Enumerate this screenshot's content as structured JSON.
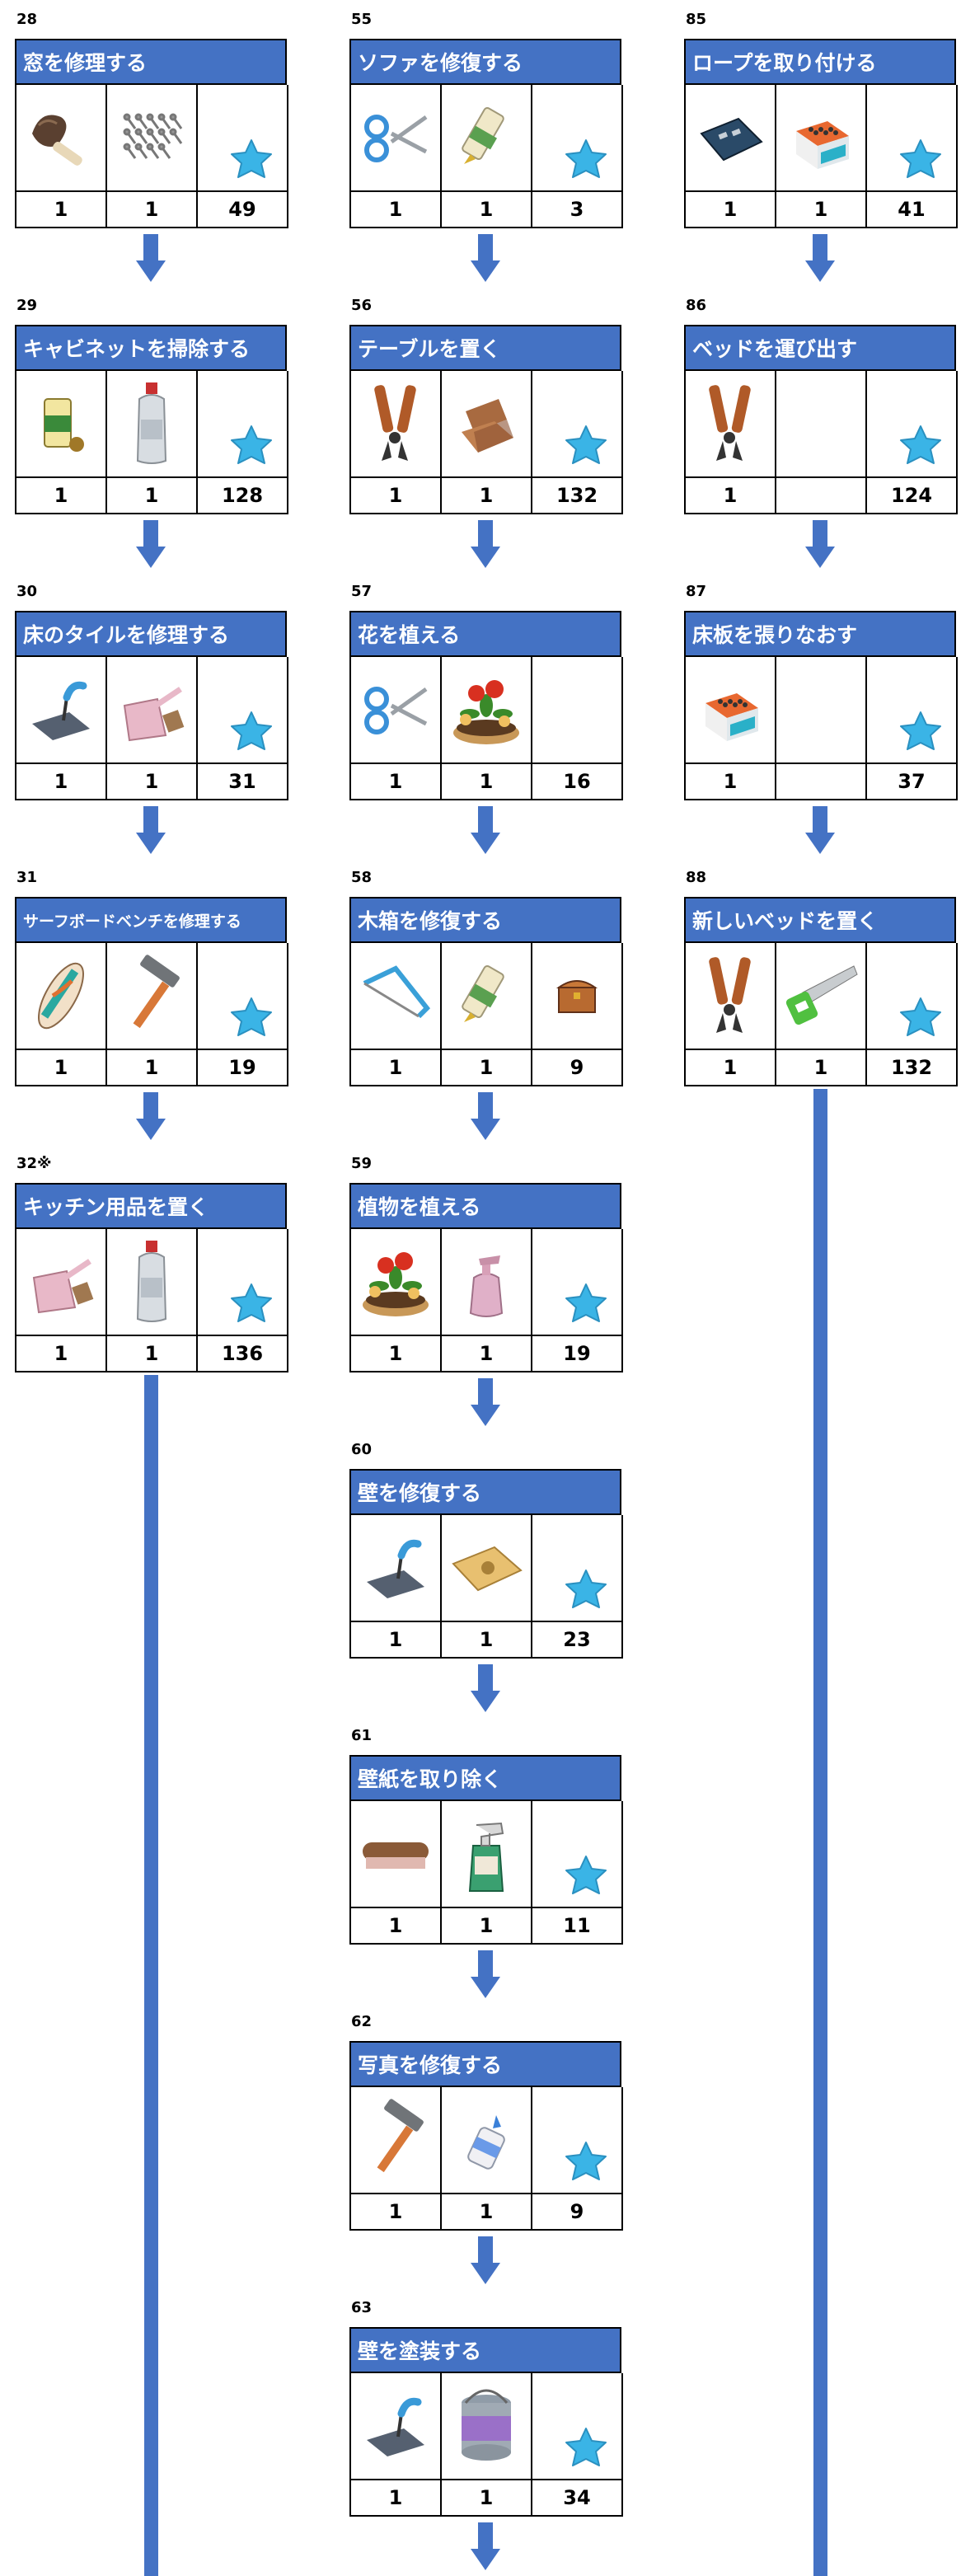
{
  "columns": [
    {
      "tasks": [
        {
          "num": "28",
          "title": "窓を修理する",
          "items": [
            {
              "icon": "duster-icon",
              "count": "1"
            },
            {
              "icon": "nails-icon",
              "count": "1"
            }
          ],
          "stars": "49"
        },
        {
          "num": "29",
          "title": "キャビネットを掃除する",
          "items": [
            {
              "icon": "cleaner-can-icon",
              "count": "1"
            },
            {
              "icon": "bottle-icon",
              "count": "1"
            }
          ],
          "stars": "128"
        },
        {
          "num": "30",
          "title": "床のタイルを修理する",
          "items": [
            {
              "icon": "trowel-icon",
              "count": "1"
            },
            {
              "icon": "dustpan-icon",
              "count": "1"
            }
          ],
          "stars": "31"
        },
        {
          "num": "31",
          "title": "サーフボードベンチを修理する",
          "items": [
            {
              "icon": "surfboard-icon",
              "count": "1"
            },
            {
              "icon": "hammer-icon",
              "count": "1"
            }
          ],
          "stars": "19"
        },
        {
          "num": "32※",
          "title": "キッチン用品を置く",
          "items": [
            {
              "icon": "dustpan-icon",
              "count": "1"
            },
            {
              "icon": "bottle-icon",
              "count": "1"
            }
          ],
          "stars": "136"
        }
      ]
    },
    {
      "tasks": [
        {
          "num": "55",
          "title": "ソファを修復する",
          "items": [
            {
              "icon": "scissors-icon",
              "count": "1"
            },
            {
              "icon": "glue-tube-icon",
              "count": "1"
            }
          ],
          "stars": "3"
        },
        {
          "num": "56",
          "title": "テーブルを置く",
          "items": [
            {
              "icon": "pliers-icon",
              "count": "1"
            },
            {
              "icon": "wood-pile-icon",
              "count": "1"
            }
          ],
          "stars": "132"
        },
        {
          "num": "57",
          "title": "花を植える",
          "items": [
            {
              "icon": "scissors-icon",
              "count": "1"
            },
            {
              "icon": "flower-pot-icon",
              "count": "1"
            }
          ],
          "stars": "16"
        },
        {
          "num": "58",
          "title": "木箱を修復する",
          "items": [
            {
              "icon": "hacksaw-icon",
              "count": "1"
            },
            {
              "icon": "glue-tube-icon",
              "count": "1"
            }
          ],
          "stars": "9"
        },
        {
          "num": "59",
          "title": "植物を植える",
          "items": [
            {
              "icon": "flower-pot-icon",
              "count": "1"
            },
            {
              "icon": "spray-bottle-icon",
              "count": "1"
            }
          ],
          "stars": "19"
        },
        {
          "num": "60",
          "title": "壁を修復する",
          "items": [
            {
              "icon": "trowel-icon",
              "count": "1"
            },
            {
              "icon": "cement-bag-icon",
              "count": "1"
            }
          ],
          "stars": "23"
        },
        {
          "num": "61",
          "title": "壁紙を取り除く",
          "items": [
            {
              "icon": "brush-icon",
              "count": "1"
            },
            {
              "icon": "spray-cleaner-icon",
              "count": "1"
            }
          ],
          "stars": "11"
        },
        {
          "num": "62",
          "title": "写真を修復する",
          "items": [
            {
              "icon": "hammer-icon",
              "count": "1"
            },
            {
              "icon": "glue-bottle-icon",
              "count": "1"
            }
          ],
          "stars": "9"
        },
        {
          "num": "63",
          "title": "壁を塗装する",
          "items": [
            {
              "icon": "trowel-icon",
              "count": "1"
            },
            {
              "icon": "paint-can-icon",
              "count": "1"
            }
          ],
          "stars": "34"
        }
      ]
    },
    {
      "tasks": [
        {
          "num": "85",
          "title": "ロープを取り付ける",
          "items": [
            {
              "icon": "toolbox-icon",
              "count": "1"
            },
            {
              "icon": "nail-box-icon",
              "count": "1"
            }
          ],
          "stars": "41"
        },
        {
          "num": "86",
          "title": "ベッドを運び出す",
          "items": [
            {
              "icon": "pliers-icon",
              "count": "1"
            }
          ],
          "stars": "124"
        },
        {
          "num": "87",
          "title": "床板を張りなおす",
          "items": [
            {
              "icon": "nail-box-icon",
              "count": "1"
            }
          ],
          "stars": "37"
        },
        {
          "num": "88",
          "title": "新しいベッドを置く",
          "items": [
            {
              "icon": "pliers-icon",
              "count": "1"
            },
            {
              "icon": "saw-icon",
              "count": "1"
            }
          ],
          "stars": "132"
        }
      ]
    }
  ],
  "colors": {
    "header": "#4472c4",
    "arrow": "#4472c4",
    "star": "#3ab4e6"
  }
}
